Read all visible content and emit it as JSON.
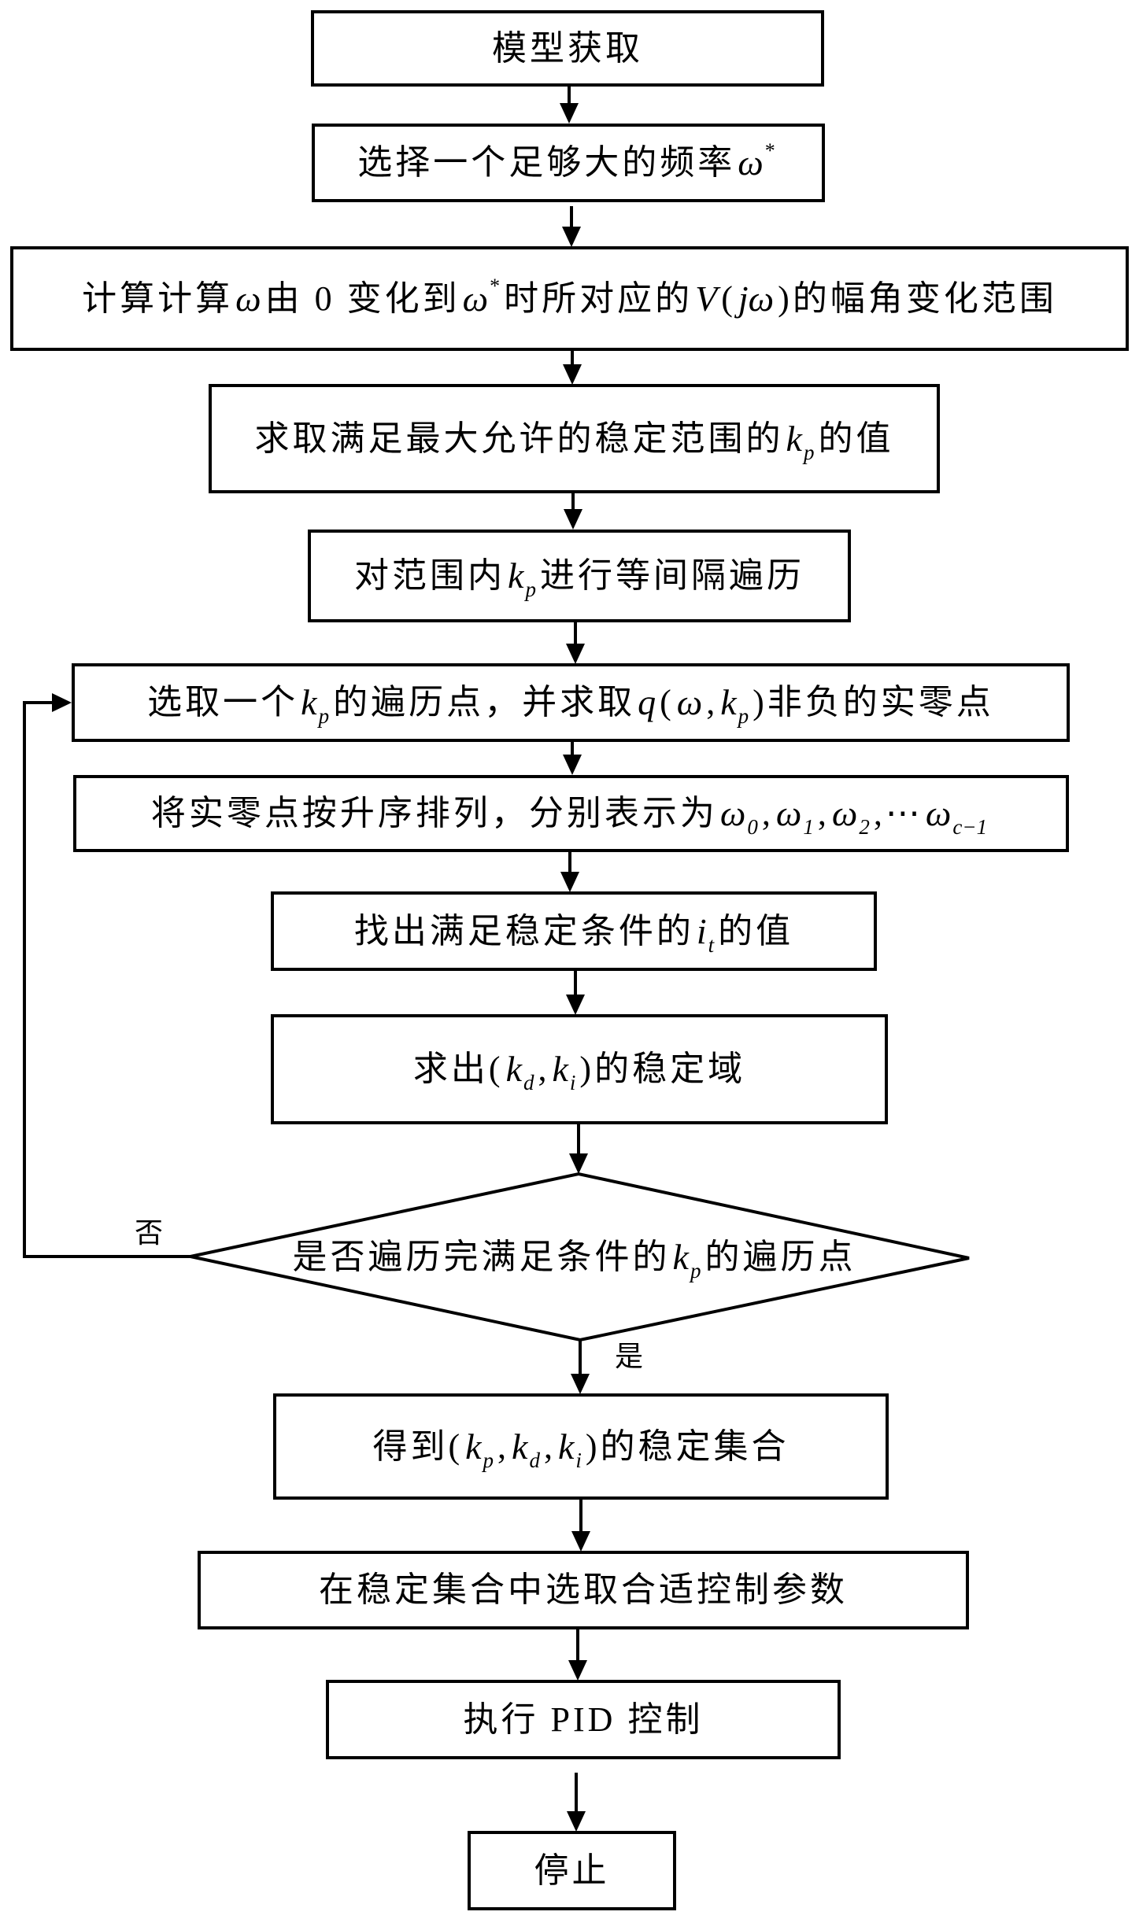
{
  "steps": [
    {
      "label": [
        {
          "text": "模型获取"
        }
      ]
    },
    {
      "label": [
        {
          "text": "选择一个足够大的频率"
        },
        {
          "var": "ω",
          "sup": "*"
        }
      ]
    },
    {
      "label": [
        {
          "text": "计算计算"
        },
        {
          "var": "ω"
        },
        {
          "text": "由 0 变化到"
        },
        {
          "var": "ω",
          "sup": "*"
        },
        {
          "text": "时所对应的"
        },
        {
          "var": "V"
        },
        {
          "text": "("
        },
        {
          "var": "jω"
        },
        {
          "text": ")的幅角变化范围"
        }
      ]
    },
    {
      "label": [
        {
          "text": "求取满足最大允许的稳定范围的"
        },
        {
          "var": "k",
          "sub": "p"
        },
        {
          "text": "的值"
        }
      ]
    },
    {
      "label": [
        {
          "text": "对范围内"
        },
        {
          "var": "k",
          "sub": "p"
        },
        {
          "text": "进行等间隔遍历"
        }
      ]
    },
    {
      "label": [
        {
          "text": "选取一个"
        },
        {
          "var": "k",
          "sub": "p"
        },
        {
          "text": "的遍历点，并求取"
        },
        {
          "var": "q"
        },
        {
          "text": "("
        },
        {
          "var": "ω"
        },
        {
          "text": ","
        },
        {
          "var": "k",
          "sub": "p"
        },
        {
          "text": ")非负的实零点"
        }
      ]
    },
    {
      "label": [
        {
          "text": "将实零点按升序排列，分别表示为"
        },
        {
          "var": "ω",
          "sub": "0"
        },
        {
          "text": ","
        },
        {
          "var": "ω",
          "sub": "1"
        },
        {
          "text": ","
        },
        {
          "var": "ω",
          "sub": "2"
        },
        {
          "text": ",⋯"
        },
        {
          "var": "ω",
          "sub": "c−1"
        }
      ]
    },
    {
      "label": [
        {
          "text": "找出满足稳定条件的"
        },
        {
          "var": "i",
          "sub": "t"
        },
        {
          "text": "的值"
        }
      ]
    },
    {
      "label": [
        {
          "text": "求出("
        },
        {
          "var": "k",
          "sub": "d"
        },
        {
          "text": ","
        },
        {
          "var": "k",
          "sub": "i"
        },
        {
          "text": ")的稳定域"
        }
      ]
    },
    {
      "label": [
        {
          "text": "得到("
        },
        {
          "var": "k",
          "sub": "p"
        },
        {
          "text": ","
        },
        {
          "var": "k",
          "sub": "d"
        },
        {
          "text": ","
        },
        {
          "var": "k",
          "sub": "i"
        },
        {
          "text": ")的稳定集合"
        }
      ]
    },
    {
      "label": [
        {
          "text": "在稳定集合中选取合适控制参数"
        }
      ]
    },
    {
      "label": [
        {
          "text": "执行 PID 控制"
        }
      ]
    },
    {
      "label": [
        {
          "text": "停止"
        }
      ]
    }
  ],
  "decision": {
    "label": [
      {
        "text": "是否遍历完满足条件的"
      },
      {
        "var": "k",
        "sub": "p"
      },
      {
        "text": "的遍历点"
      }
    ],
    "yes_label": "是",
    "no_label": "否"
  },
  "colors": {
    "stroke": "#000000",
    "background": "#ffffff"
  }
}
